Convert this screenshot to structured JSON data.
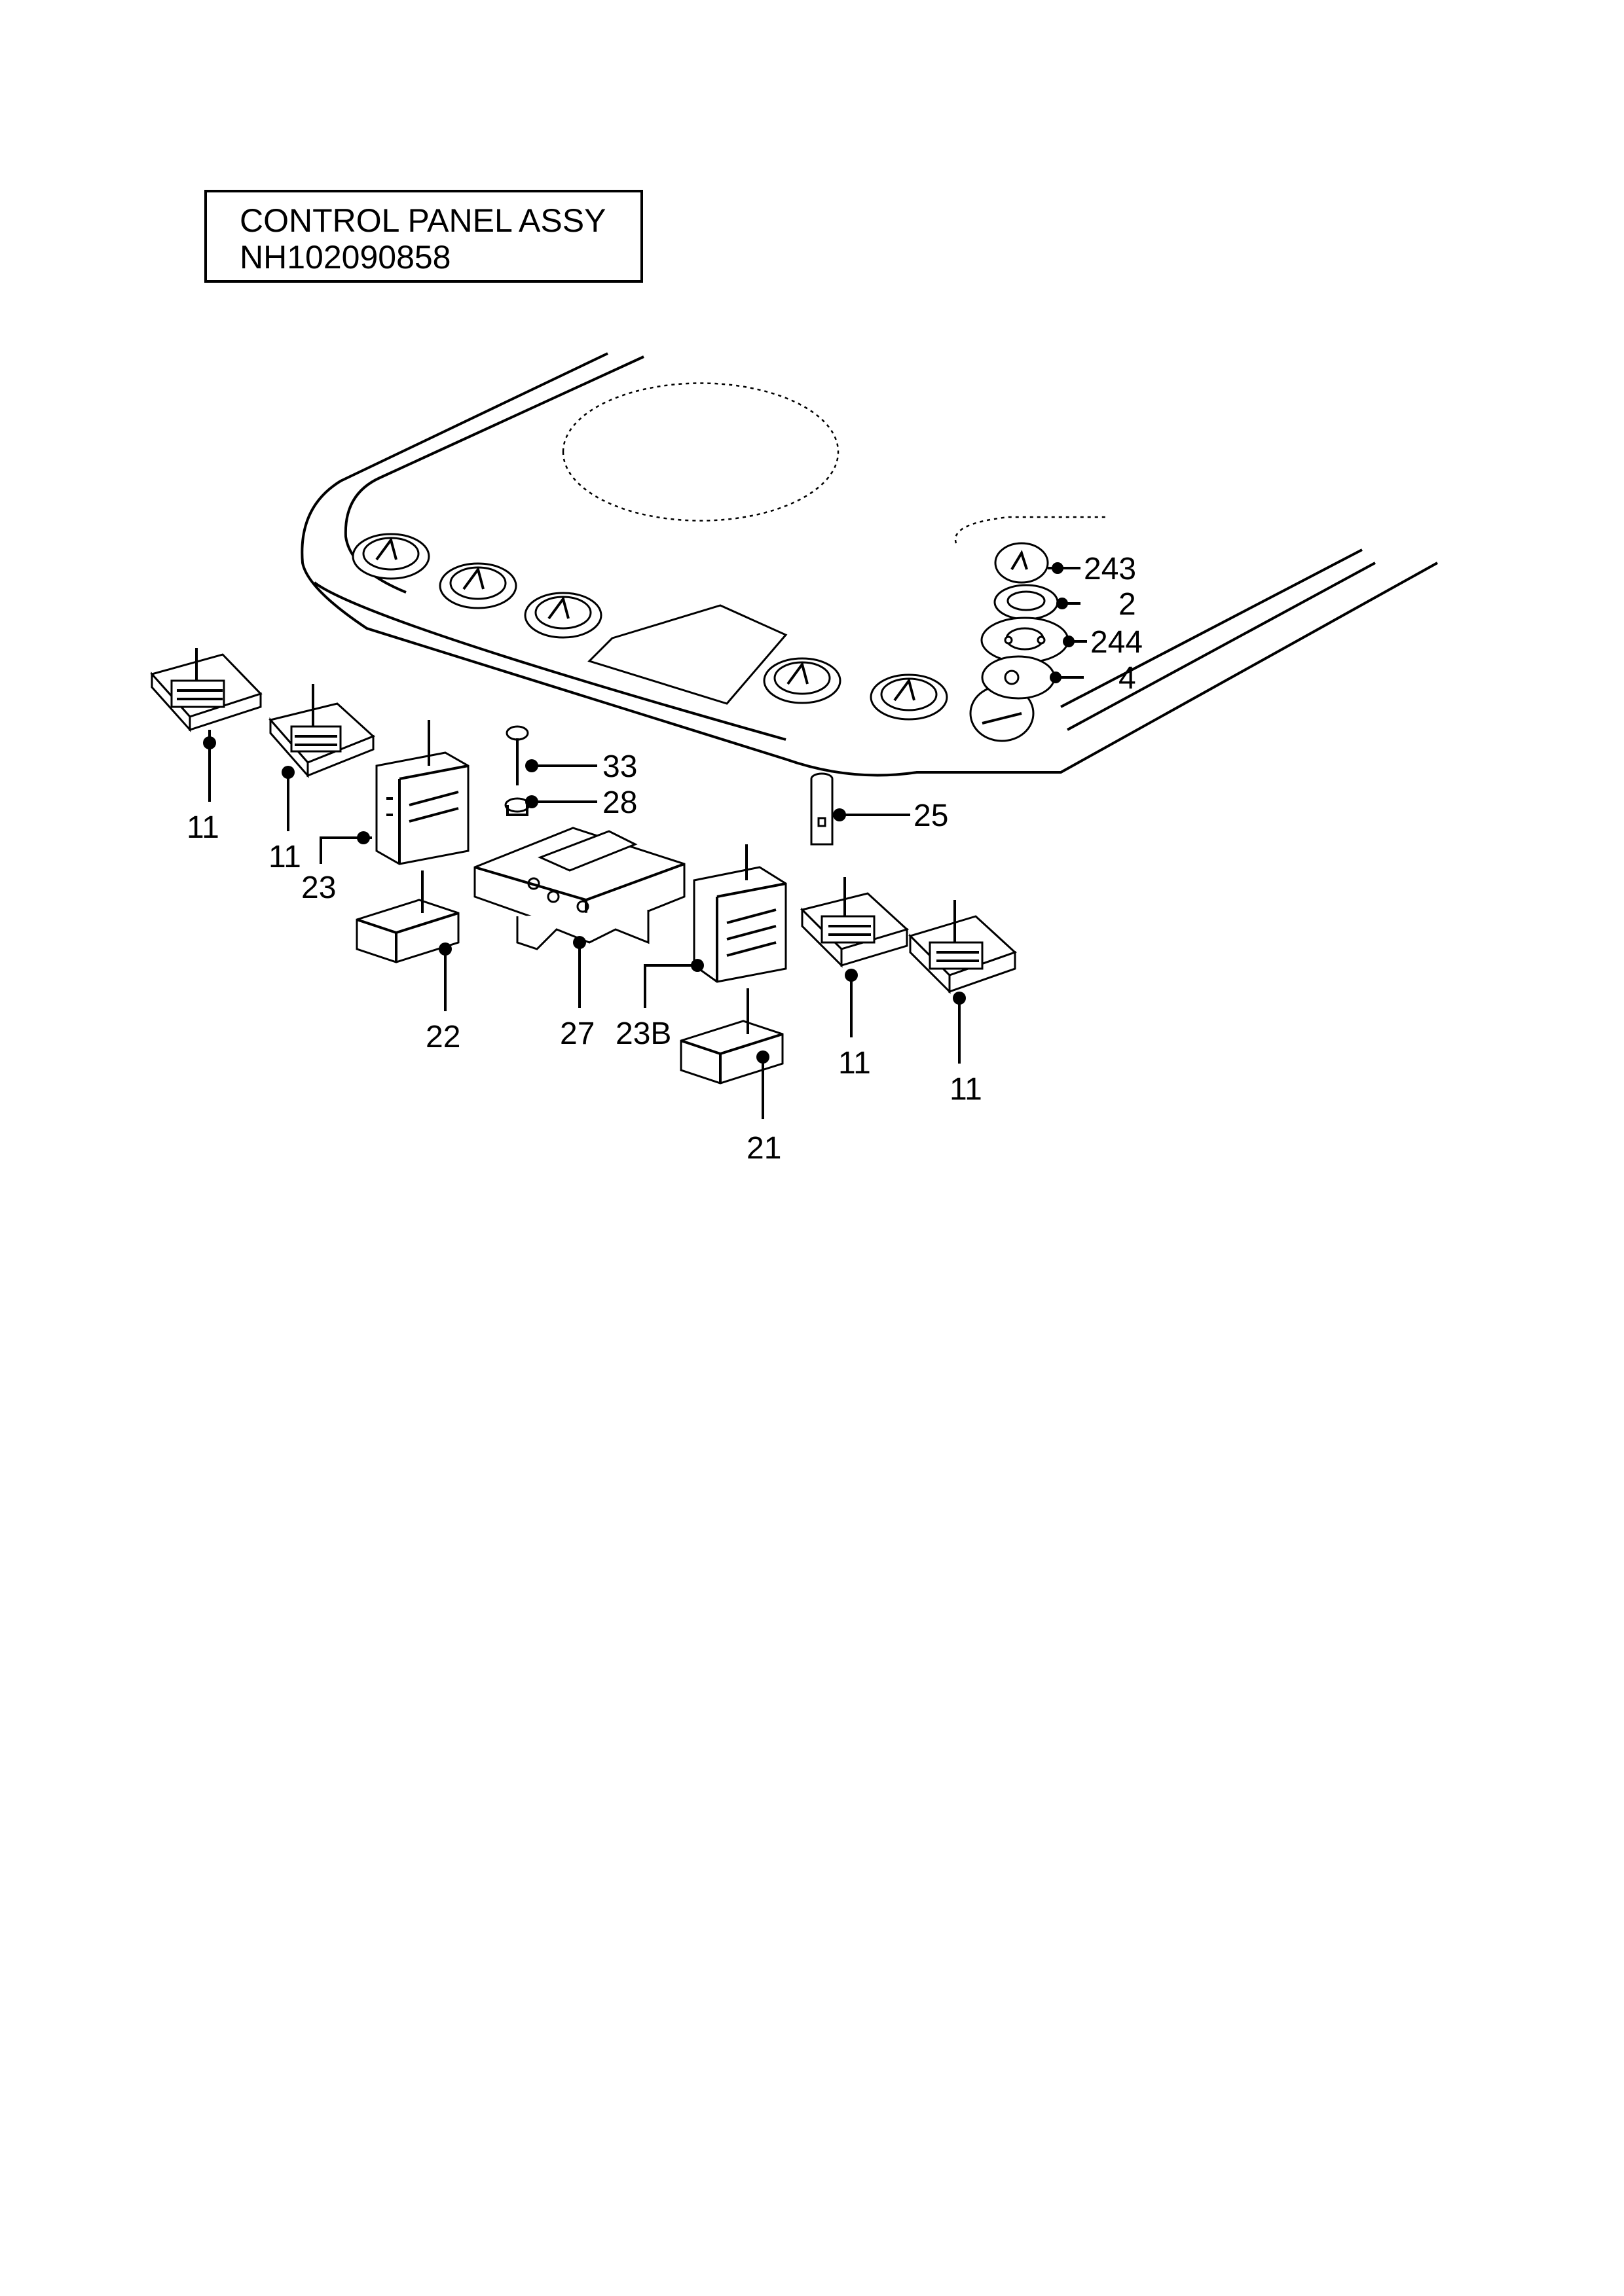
{
  "title": {
    "line1": "CONTROL PANEL ASSY",
    "line2": "NH102090858"
  },
  "callouts": {
    "c243": "243",
    "c2": "2",
    "c244": "244",
    "c4": "4",
    "c33": "33",
    "c28": "28",
    "c25": "25",
    "c11a": "11",
    "c11b": "11",
    "c23": "23",
    "c22": "22",
    "c27": "27",
    "c23b": "23B",
    "c21": "21",
    "c11c": "11",
    "c11d": "11"
  }
}
